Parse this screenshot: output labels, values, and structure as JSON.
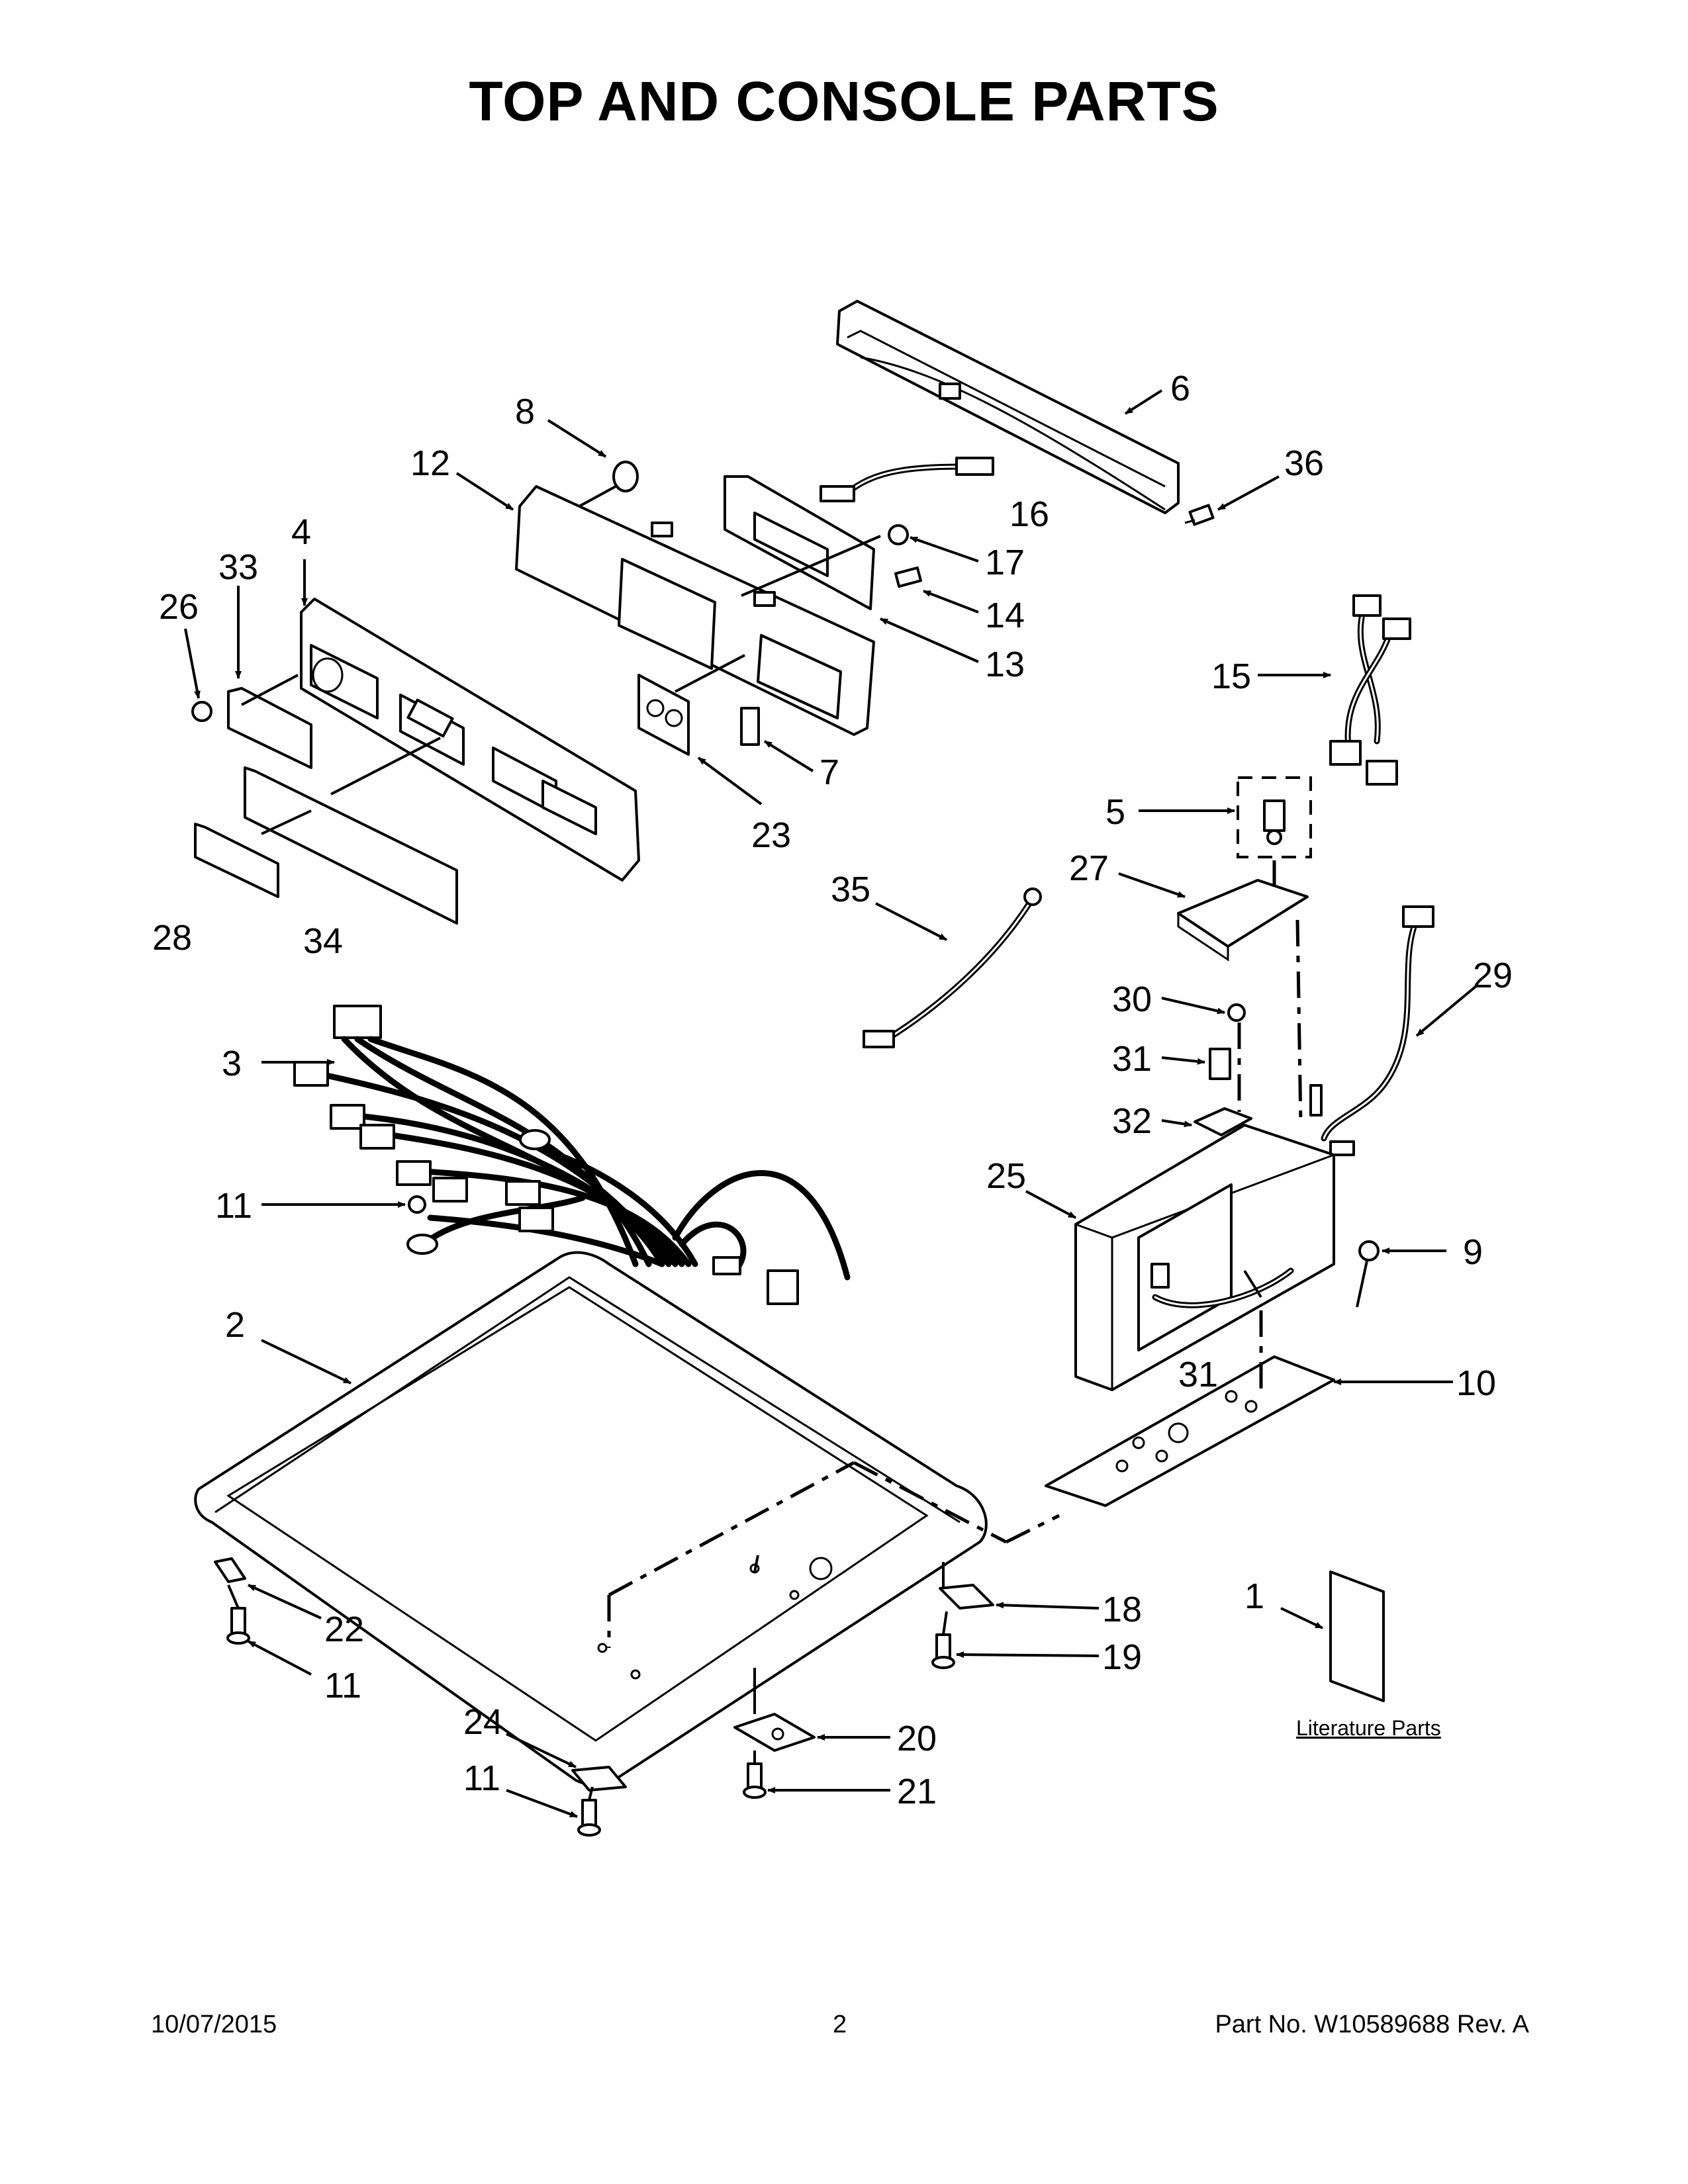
{
  "title": "TOP AND CONSOLE PARTS",
  "callouts": {
    "p1": "1",
    "p2": "2",
    "p3": "3",
    "p4": "4",
    "p5": "5",
    "p6": "6",
    "p7": "7",
    "p8": "8",
    "p9": "9",
    "p10": "10",
    "p11a": "11",
    "p11b": "11",
    "p11c": "11",
    "p12": "12",
    "p13": "13",
    "p14": "14",
    "p15": "15",
    "p16": "16",
    "p17": "17",
    "p18": "18",
    "p19": "19",
    "p20": "20",
    "p21": "21",
    "p22": "22",
    "p23": "23",
    "p24": "24",
    "p25": "25",
    "p26": "26",
    "p27": "27",
    "p28": "28",
    "p29": "29",
    "p30": "30",
    "p31a": "31",
    "p31b": "31",
    "p32": "32",
    "p33": "33",
    "p34": "34",
    "p35": "35",
    "p36": "36"
  },
  "literature_label": "Literature Parts",
  "footer": {
    "date": "10/07/2015",
    "page": "2",
    "part_number": "Part No.  W10589688  Rev.  A"
  }
}
